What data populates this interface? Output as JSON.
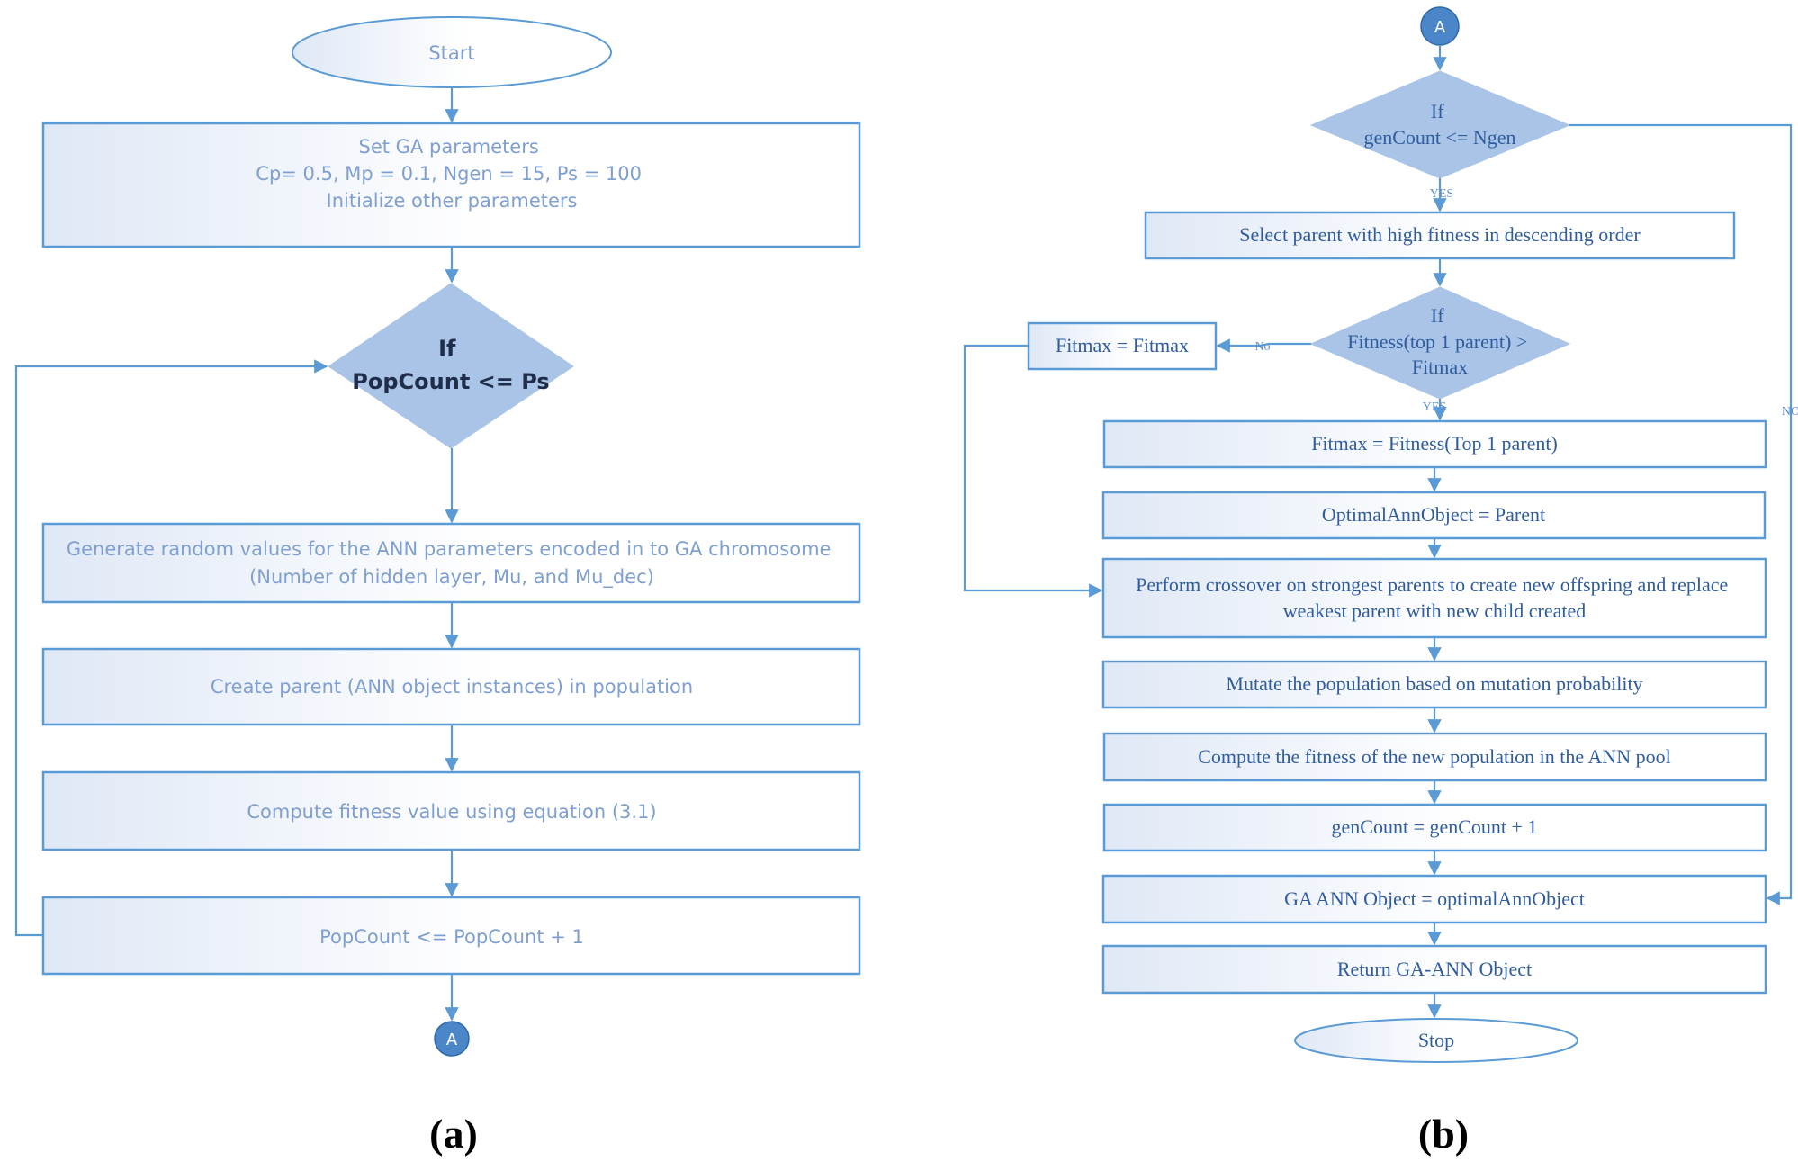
{
  "panels": [
    {
      "id": "a",
      "label": "(a)"
    },
    {
      "id": "b",
      "label": "(b)"
    }
  ],
  "nodes": {
    "a_start": [
      "Start"
    ],
    "a_set": [
      "Set GA parameters",
      "Cp= 0.5, Mp = 0.1, Ngen = 15, Ps = 100",
      "Initialize other parameters"
    ],
    "a_if": [
      "If",
      "PopCount <= Ps"
    ],
    "a_gen": [
      "Generate random values for the ANN parameters encoded in to GA chromosome",
      "(Number of hidden layer, Mu, and Mu_dec)"
    ],
    "a_create": [
      "Create parent (ANN object instances) in population"
    ],
    "a_compute": [
      "Compute fitness value using equation (3.1)"
    ],
    "a_pop": [
      "PopCount <= PopCount + 1"
    ],
    "a_conn": [
      "A"
    ],
    "b_conn": [
      "A"
    ],
    "b_if1": [
      "If",
      "genCount <= Ngen"
    ],
    "b_select": [
      "Select parent with high fitness in descending order"
    ],
    "b_if2": [
      "If",
      "Fitness(top 1 parent) >",
      "Fitmax"
    ],
    "b_fitmax_keep": [
      "Fitmax = Fitmax"
    ],
    "b_fitmax_set": [
      "Fitmax = Fitness(Top 1 parent)"
    ],
    "b_optimal": [
      "OptimalAnnObject = Parent"
    ],
    "b_cross": [
      "Perform crossover on strongest parents to create new offspring and replace",
      "weakest parent with new child created"
    ],
    "b_mutate": [
      "Mutate the population based on mutation probability"
    ],
    "b_compute": [
      "Compute the fitness of the new population in the ANN pool"
    ],
    "b_gencount": [
      "genCount = genCount + 1"
    ],
    "b_gaann": [
      "GA ANN Object = optimalAnnObject"
    ],
    "b_return": [
      "Return GA-ANN Object"
    ],
    "b_stop": [
      "Stop"
    ]
  },
  "edge_labels": {
    "b_if1_yes": "YES",
    "b_if1_no": "NO",
    "b_if2_yes": "YES",
    "b_if2_no": "No"
  },
  "colors": {
    "stroke": "#5b9bd5",
    "diamond_fill": "#a9c4e6",
    "connector_fill": "#4a86c8",
    "text_a": "#7f9fd0",
    "text_b": "#2f5c9e"
  }
}
